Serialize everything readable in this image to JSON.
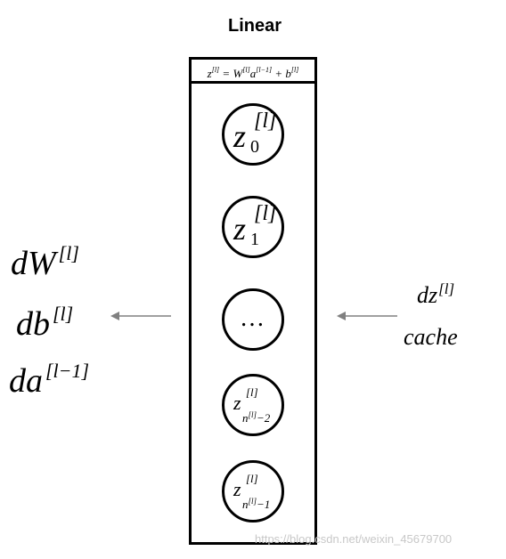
{
  "title": "Linear",
  "formula": {
    "z": "z",
    "z_sup": "[l]",
    "eq": " = ",
    "w": "W",
    "w_sup": "[l]",
    "a": "a",
    "a_sup": "[l−1]",
    "plus": " + ",
    "b": "b",
    "b_sup": "[l]"
  },
  "nodes": [
    {
      "main": "z",
      "sup": "[l]",
      "sub": "0"
    },
    {
      "main": "z",
      "sup": "[l]",
      "sub": "1"
    },
    {
      "main": "…"
    },
    {
      "main": "z",
      "sup": "[l]",
      "sub_base": "n",
      "sub_sup": "[l]",
      "sub_tail": "−2"
    },
    {
      "main": "z",
      "sup": "[l]",
      "sub_base": "n",
      "sub_sup": "[l]",
      "sub_tail": "−1"
    }
  ],
  "outputs": [
    {
      "base": "dW",
      "sup": "[l]"
    },
    {
      "base": "db",
      "sup": "[l]"
    },
    {
      "base": "da",
      "sup": "[l−1]"
    }
  ],
  "inputs": [
    {
      "base": "dz",
      "sup": "[l]"
    },
    {
      "base": "cache"
    }
  ],
  "colors": {
    "arrow": "#808080",
    "watermark": "#c8c8c8"
  },
  "watermark": "https://blog.csdn.net/weixin_45679700"
}
